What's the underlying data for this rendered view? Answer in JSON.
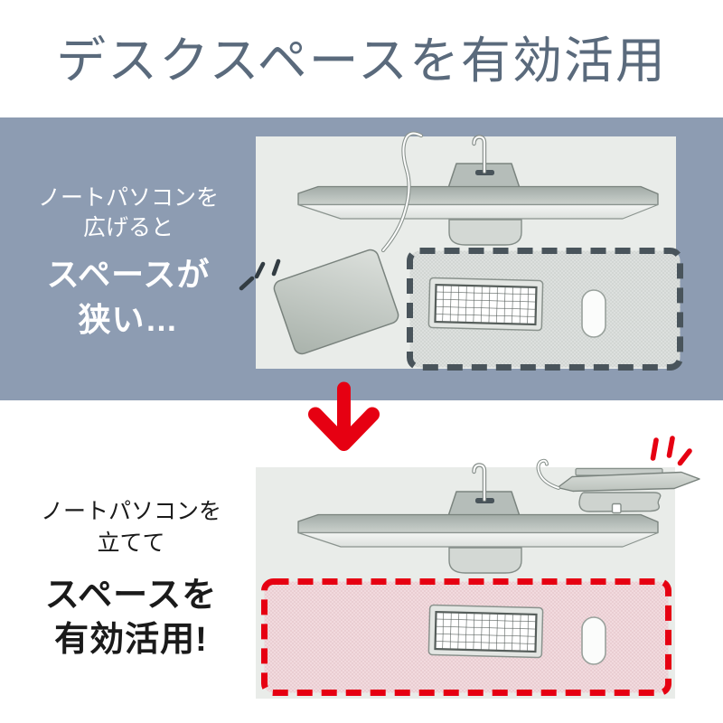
{
  "title": {
    "text": "デスクスペースを有効活用"
  },
  "before": {
    "lines": [
      "ノートパソコンを",
      "広げると"
    ],
    "headline": [
      "スペースが",
      "狭い…"
    ],
    "description": "laptop lying open on desk takes space next to monitor, keyboard and mouse zone outlined with dark dashed border"
  },
  "after": {
    "lines": [
      "ノートパソコンを",
      "立てて"
    ],
    "headline": [
      "スペースを",
      "有効活用!"
    ],
    "description": "laptop stored upright in stand beside monitor, freed keyboard and mouse zone highlighted pink with red dashed border"
  },
  "icons": {
    "arrow": "down-arrow-icon",
    "before_marks": "emphasis-marks-dark",
    "after_marks": "emphasis-marks-red"
  },
  "theme": {
    "band": "#8d9cb2",
    "desk": "#e9ece9",
    "red": "#e60012",
    "dashdark": "#49545b",
    "pink": "#f3dde0",
    "title": "#5a6a7c"
  }
}
